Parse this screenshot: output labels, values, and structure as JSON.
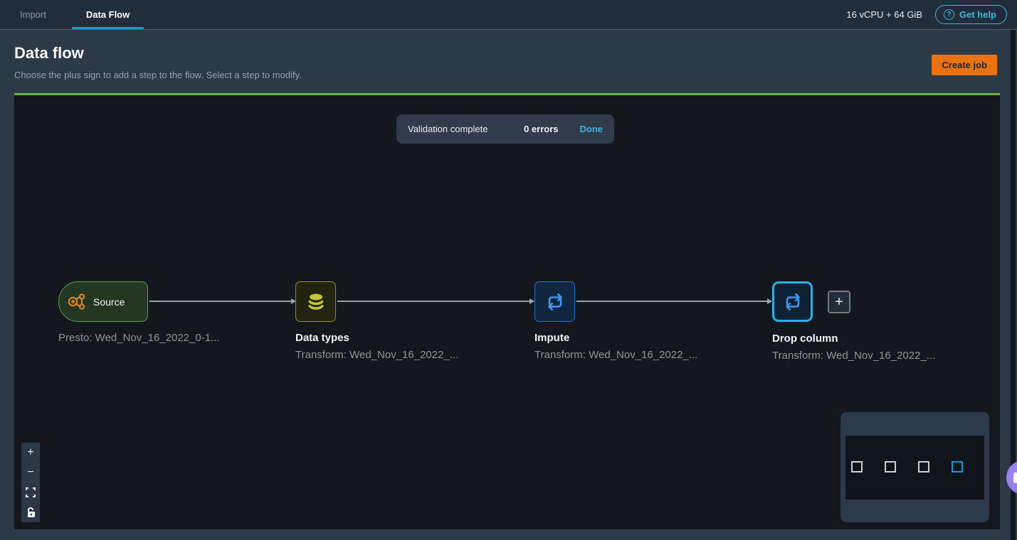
{
  "topbar": {
    "tabs": [
      {
        "label": "Import",
        "active": false
      },
      {
        "label": "Data Flow",
        "active": true
      }
    ],
    "resources": "16 vCPU + 64 GiB",
    "get_help_label": "Get help",
    "help_glyph": "?"
  },
  "header": {
    "title": "Data flow",
    "subtitle": "Choose the plus sign to add a step to the flow. Select a step to modify.",
    "create_job_label": "Create job"
  },
  "toast": {
    "message": "Validation complete",
    "errors": "0 errors",
    "action": "Done"
  },
  "flow": {
    "nodes": [
      {
        "id": "source",
        "label": "Source",
        "sublabel": "Presto: Wed_Nov_16_2022_0-1...",
        "icon": "data-source-icon",
        "selected": false
      },
      {
        "id": "data-types",
        "title": "Data types",
        "sublabel": "Transform: Wed_Nov_16_2022_...",
        "icon": "database-icon",
        "selected": false
      },
      {
        "id": "impute",
        "title": "Impute",
        "sublabel": "Transform: Wed_Nov_16_2022_...",
        "icon": "transform-loop-icon",
        "selected": false
      },
      {
        "id": "drop-column",
        "title": "Drop column",
        "sublabel": "Transform: Wed_Nov_16_2022_...",
        "icon": "transform-loop-icon",
        "selected": true
      }
    ],
    "add_step_glyph": "+"
  },
  "canvas_controls": {
    "zoom_in_glyph": "+",
    "zoom_out_glyph": "−"
  },
  "minimap": {
    "node_count": 4,
    "selected_index": 3
  },
  "colors": {
    "accent_orange": "#ec7211",
    "accent_green": "#69b33e",
    "accent_cyan": "#43b4dc",
    "tab_underline": "#2196d3",
    "node_green_border": "#609c4c",
    "node_yellow_border": "#8d911f",
    "node_blue_border": "#1f73d2",
    "node_selected_border": "#29b2e6",
    "icon_orange": "#e8881d",
    "icon_chartreuse": "#c2c72c",
    "icon_blue": "#4296f4",
    "feedback_purple": "#9b80f0"
  }
}
